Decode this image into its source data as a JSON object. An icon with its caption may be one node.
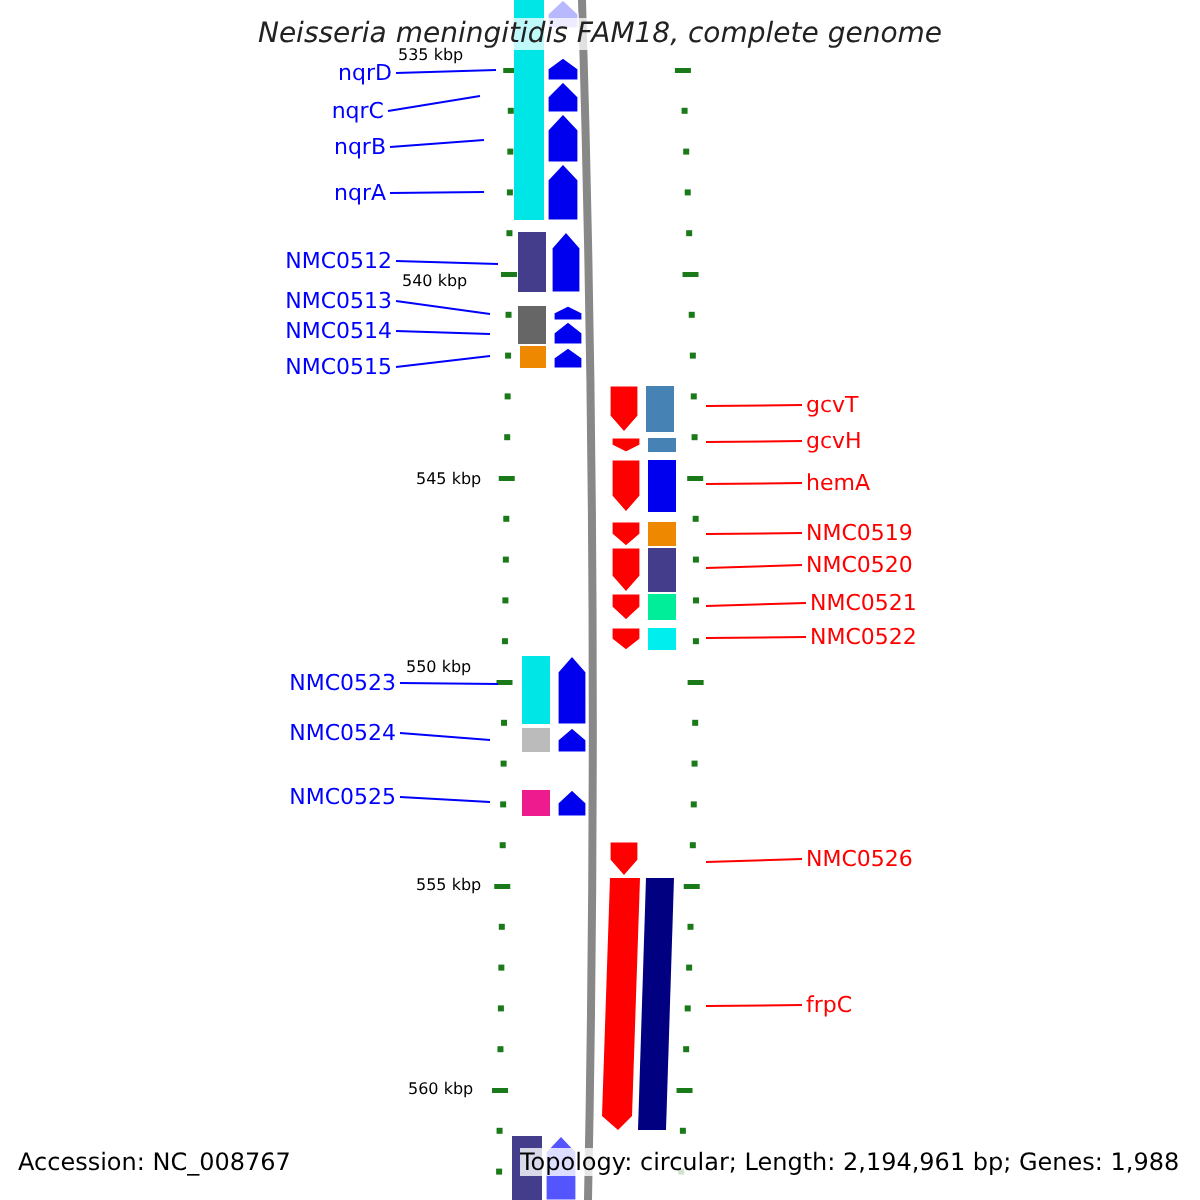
{
  "diagram": {
    "title": "Neisseria meningitidis FAM18, complete genome",
    "nodes": [
      {
        "text": [
          "nqrD"
        ]
      },
      {
        "text": [
          "nqrC"
        ]
      },
      {
        "text": [
          "nqrB"
        ]
      },
      {
        "text": [
          "nqrA"
        ]
      },
      {
        "text": [
          "NMC0512"
        ]
      },
      {
        "text": [
          "NMC0513"
        ]
      },
      {
        "text": [
          "NMC0514"
        ]
      },
      {
        "text": [
          "NMC0515"
        ]
      },
      {
        "text": [
          "NMC0523"
        ]
      },
      {
        "text": [
          "NMC0524"
        ]
      },
      {
        "text": [
          "NMC0525"
        ]
      },
      {
        "text": [
          "gcvT"
        ]
      },
      {
        "text": [
          "gcvH"
        ]
      },
      {
        "text": [
          "hemA"
        ]
      },
      {
        "text": [
          "NMC0519"
        ]
      },
      {
        "text": [
          "NMC0520"
        ]
      },
      {
        "text": [
          "NMC0521"
        ]
      },
      {
        "text": [
          "NMC0522"
        ]
      },
      {
        "text": [
          "NMC0526"
        ]
      },
      {
        "text": [
          "frpC"
        ]
      }
    ],
    "edges": [
      {
        "from": 0,
        "to": null,
        "arrow": "none"
      },
      {
        "from": 1,
        "to": null,
        "arrow": "none"
      },
      {
        "from": 2,
        "to": null,
        "arrow": "none"
      },
      {
        "from": 3,
        "to": null,
        "arrow": "none"
      },
      {
        "from": 4,
        "to": null,
        "arrow": "none"
      },
      {
        "from": 5,
        "to": null,
        "arrow": "none"
      },
      {
        "from": 6,
        "to": null,
        "arrow": "none"
      },
      {
        "from": 7,
        "to": null,
        "arrow": "none"
      },
      {
        "from": 8,
        "to": null,
        "arrow": "none"
      },
      {
        "from": 9,
        "to": null,
        "arrow": "none"
      },
      {
        "from": 10,
        "to": null,
        "arrow": "none"
      },
      {
        "from": 11,
        "to": null,
        "arrow": "none",
        "color": "#ff0000"
      },
      {
        "from": 12,
        "to": null,
        "arrow": "none",
        "color": "#ff0000"
      },
      {
        "from": 13,
        "to": null,
        "arrow": "none",
        "color": "#ff0000"
      },
      {
        "from": 14,
        "to": null,
        "arrow": "none",
        "color": "#ff0000"
      },
      {
        "from": 15,
        "to": null,
        "arrow": "none",
        "color": "#ff0000"
      },
      {
        "from": 16,
        "to": null,
        "arrow": "none",
        "color": "#ff0000"
      },
      {
        "from": 17,
        "to": null,
        "arrow": "none",
        "color": "#ff0000"
      },
      {
        "from": 18,
        "to": null,
        "arrow": "none",
        "color": "#ff0000"
      },
      {
        "from": 19,
        "to": null,
        "arrow": "none",
        "color": "#ff0000"
      }
    ],
    "labels": [
      "535 kbp",
      "540 kbp",
      "545 kbp",
      "550 kbp",
      "555 kbp",
      "560 kbp",
      "Accession: NC_008767",
      "Topology: circular; Length: 2,194,961 bp; Genes: 1,988"
    ]
  }
}
